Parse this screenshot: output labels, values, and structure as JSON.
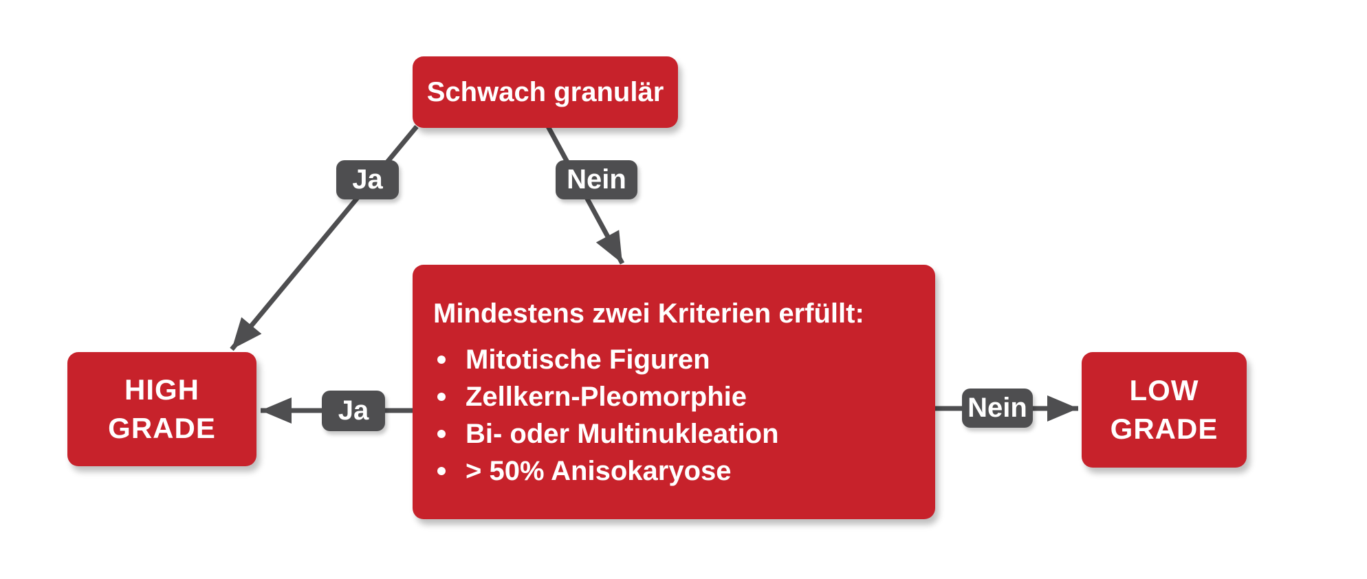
{
  "colors": {
    "background": "#ffffff",
    "node_fill": "#c7222b",
    "node_text": "#ffffff",
    "connector": "#4e4e50",
    "edge_label_text": "#ffffff"
  },
  "flowchart": {
    "nodes": {
      "root": {
        "label": "Schwach granulär"
      },
      "criteria": {
        "heading": "Mindestens zwei Kriterien erfüllt:",
        "bullets": [
          "Mitotische Figuren",
          "Zellkern-Pleomorphie",
          "Bi- oder Multinukleation",
          "> 50% Anisokaryose"
        ]
      },
      "high_grade": {
        "label": "HIGH\nGRADE"
      },
      "low_grade": {
        "label": "LOW\nGRADE"
      }
    },
    "edges": [
      {
        "from": "root",
        "to": "high_grade",
        "label": "Ja"
      },
      {
        "from": "root",
        "to": "criteria",
        "label": "Nein"
      },
      {
        "from": "criteria",
        "to": "high_grade",
        "label": "Ja"
      },
      {
        "from": "criteria",
        "to": "low_grade",
        "label": "Nein"
      }
    ]
  }
}
